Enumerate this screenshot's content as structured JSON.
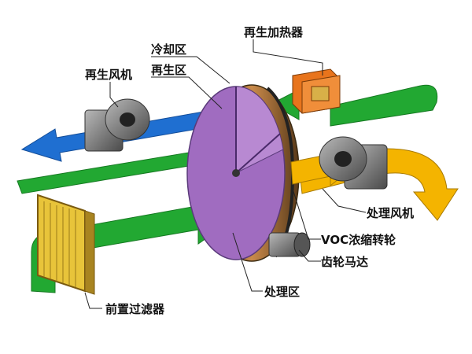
{
  "labels": {
    "regen_heater": "再生加热器",
    "cooling_zone": "冷却区",
    "regen_zone": "再生区",
    "regen_fan": "再生风机",
    "process_fan": "处理风机",
    "voc_rotor": "VOC浓缩转轮",
    "gear_motor": "齿轮马达",
    "process_zone": "处理区",
    "prefilter": "前置过滤器"
  },
  "colors": {
    "green_air": "#22a832",
    "blue_air": "#1f6fd1",
    "orange_air": "#f4b400",
    "rotor": "#a06cc0",
    "heater": "#e8741c",
    "filter": "#e8c43a"
  }
}
